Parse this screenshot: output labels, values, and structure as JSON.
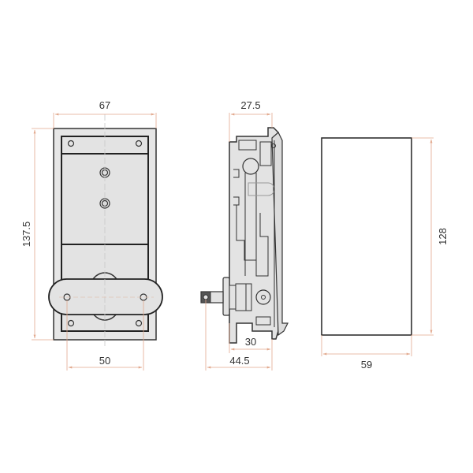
{
  "drawing": {
    "title": "Lock mechanism technical drawing",
    "colors": {
      "outline": "#333333",
      "fill": "#e3e3e3",
      "dimension": "#e2a98e",
      "centerline": "#c9c9c9",
      "text": "#333333"
    },
    "front_view": {
      "width_label": "67",
      "height_label": "137.5",
      "hole_spacing_label": "50"
    },
    "side_view": {
      "depth_top_label": "27.5",
      "depth_body_label": "30",
      "depth_total_label": "44.5"
    },
    "cutout_view": {
      "width_label": "59",
      "height_label": "128"
    }
  }
}
